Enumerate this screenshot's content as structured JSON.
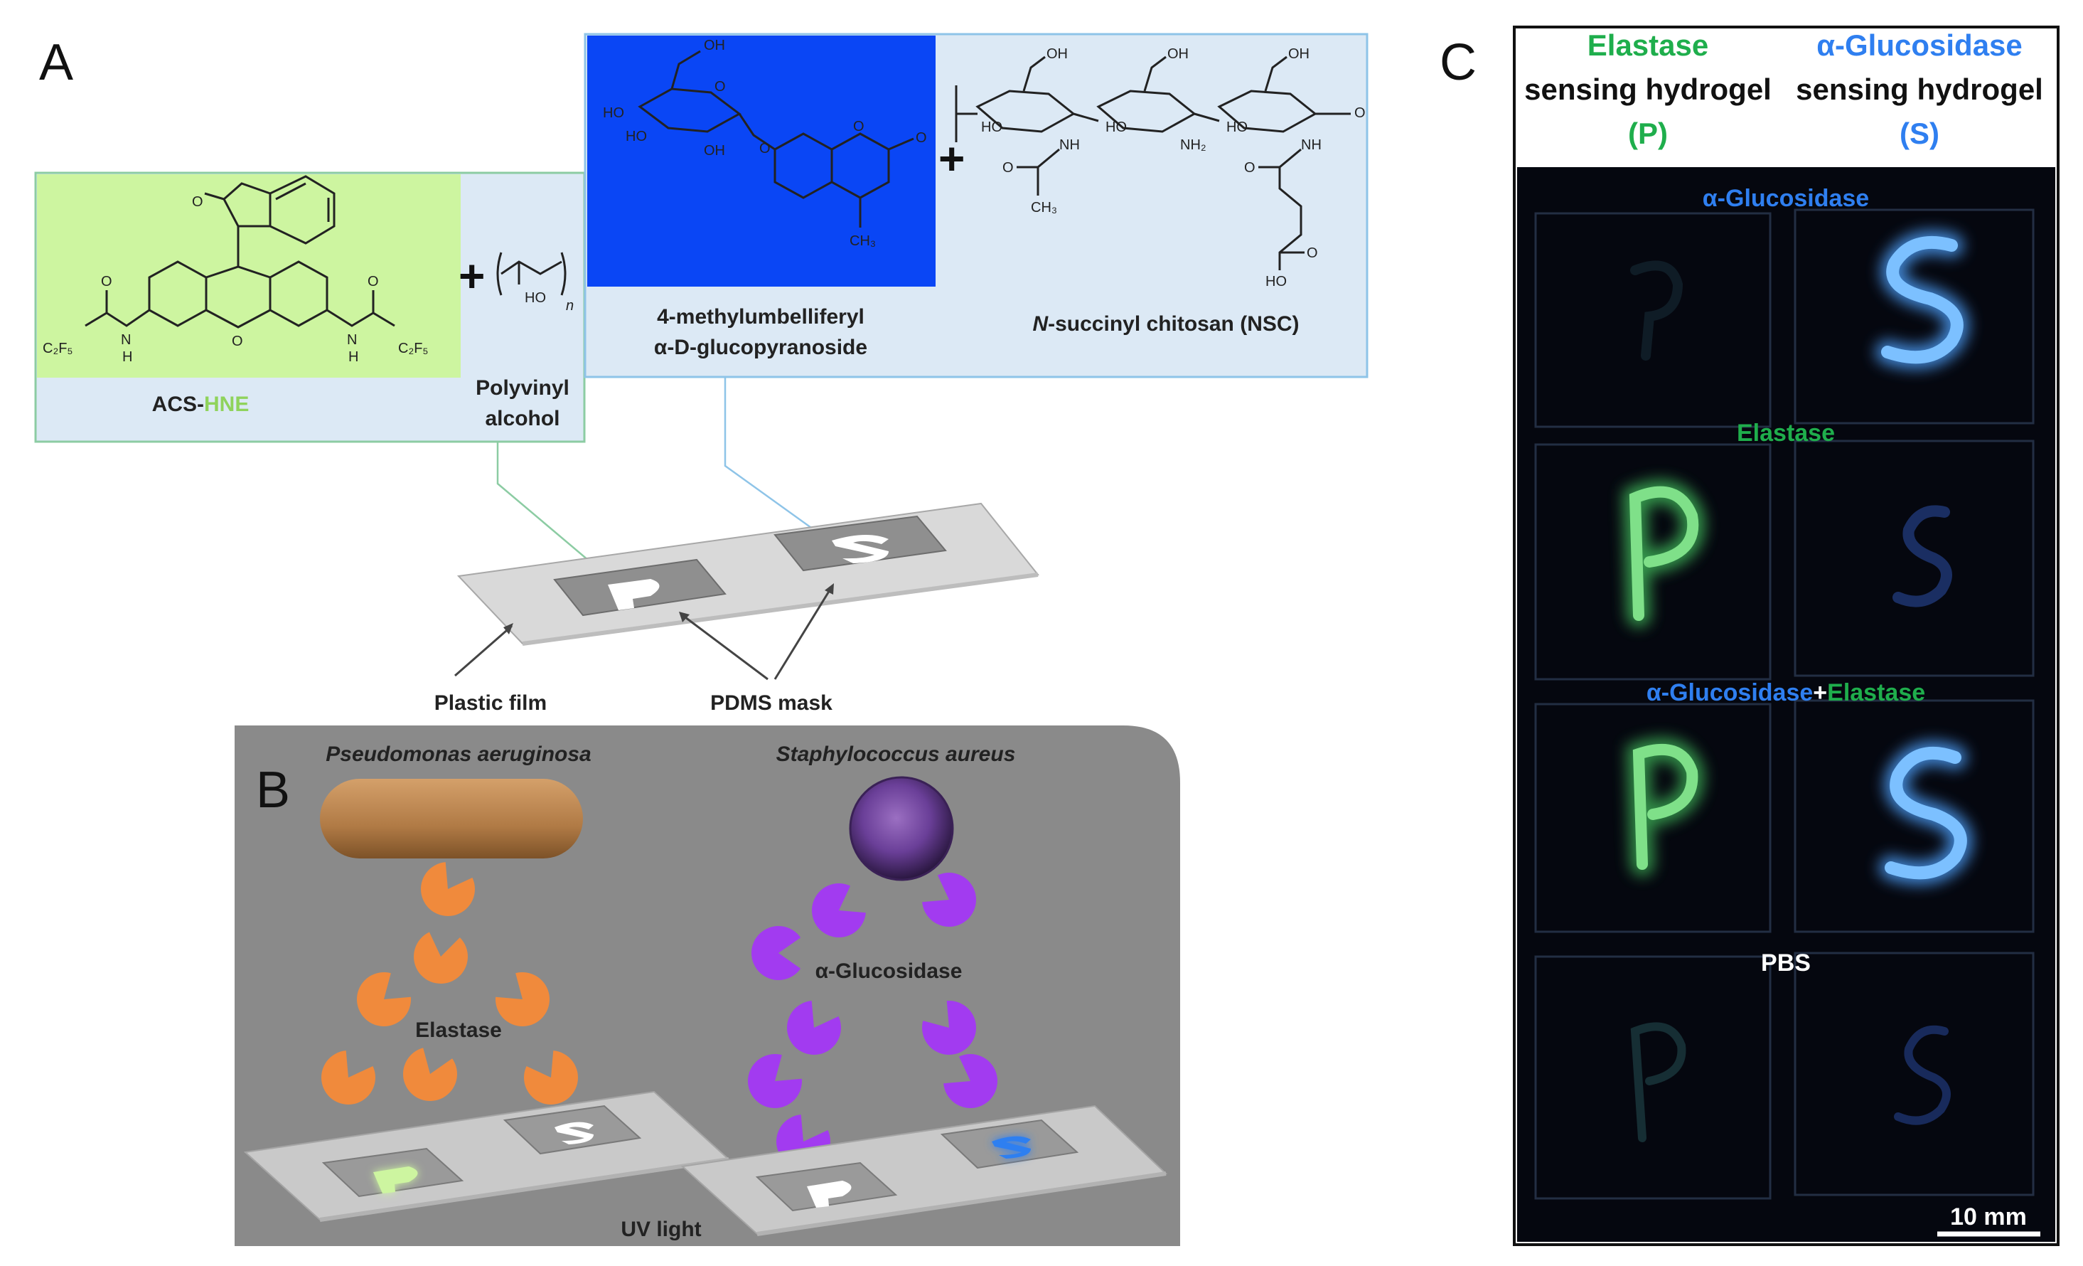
{
  "panels": {
    "a": "A",
    "b": "B",
    "c": "C"
  },
  "colors": {
    "green": "#1fae4c",
    "green_box": "#cdf5a0",
    "light_green_text": "#8fd35c",
    "blue": "#2f7ff0",
    "blue_box": "#0a46f5",
    "panel_bg": "#dce9f5",
    "orange": "#f08a3c",
    "purple": "#a23bf0",
    "gray_panel": "#8a8a8a"
  },
  "panel_a": {
    "acs_prefix": "ACS-",
    "acs_suffix": "HNE",
    "pva_line1": "Polyvinyl",
    "pva_line2": "alcohol",
    "mu_line1": "4-methylumbelliferyl",
    "mu_line2": "α-D-glucopyranoside",
    "nsc_italic": "N",
    "nsc_rest": "-succinyl chitosan (NSC)",
    "plus": "+",
    "chem": {
      "c2f5": "C₂F₅",
      "n": "N",
      "h": "H",
      "o": "O",
      "ho": "HO",
      "oh": "OH",
      "ch3": "CH₃",
      "nh": "NH",
      "nh2": "NH₂",
      "n_sub": "n"
    }
  },
  "mask": {
    "plastic_film": "Plastic film",
    "pdms_mask": "PDMS mask"
  },
  "panel_b": {
    "pseudomonas": "Pseudomonas aeruginosa",
    "staph": "Staphylococcus aureus",
    "elastase": "Elastase",
    "glucosidase": "α-Glucosidase",
    "uv": "UV light"
  },
  "panel_c": {
    "col1_enzyme": "Elastase",
    "col1_line2": "sensing hydrogel",
    "col1_letter": "(P)",
    "col2_enzyme": "α-Glucosidase",
    "col2_line2": "sensing hydrogel",
    "col2_letter": "(S)",
    "row1": "α-Glucosidase",
    "row2": "Elastase",
    "row3_a": "α-Glucosidase",
    "row3_plus": "+",
    "row3_b": "Elastase",
    "row4": "PBS",
    "scale": "10 mm"
  }
}
